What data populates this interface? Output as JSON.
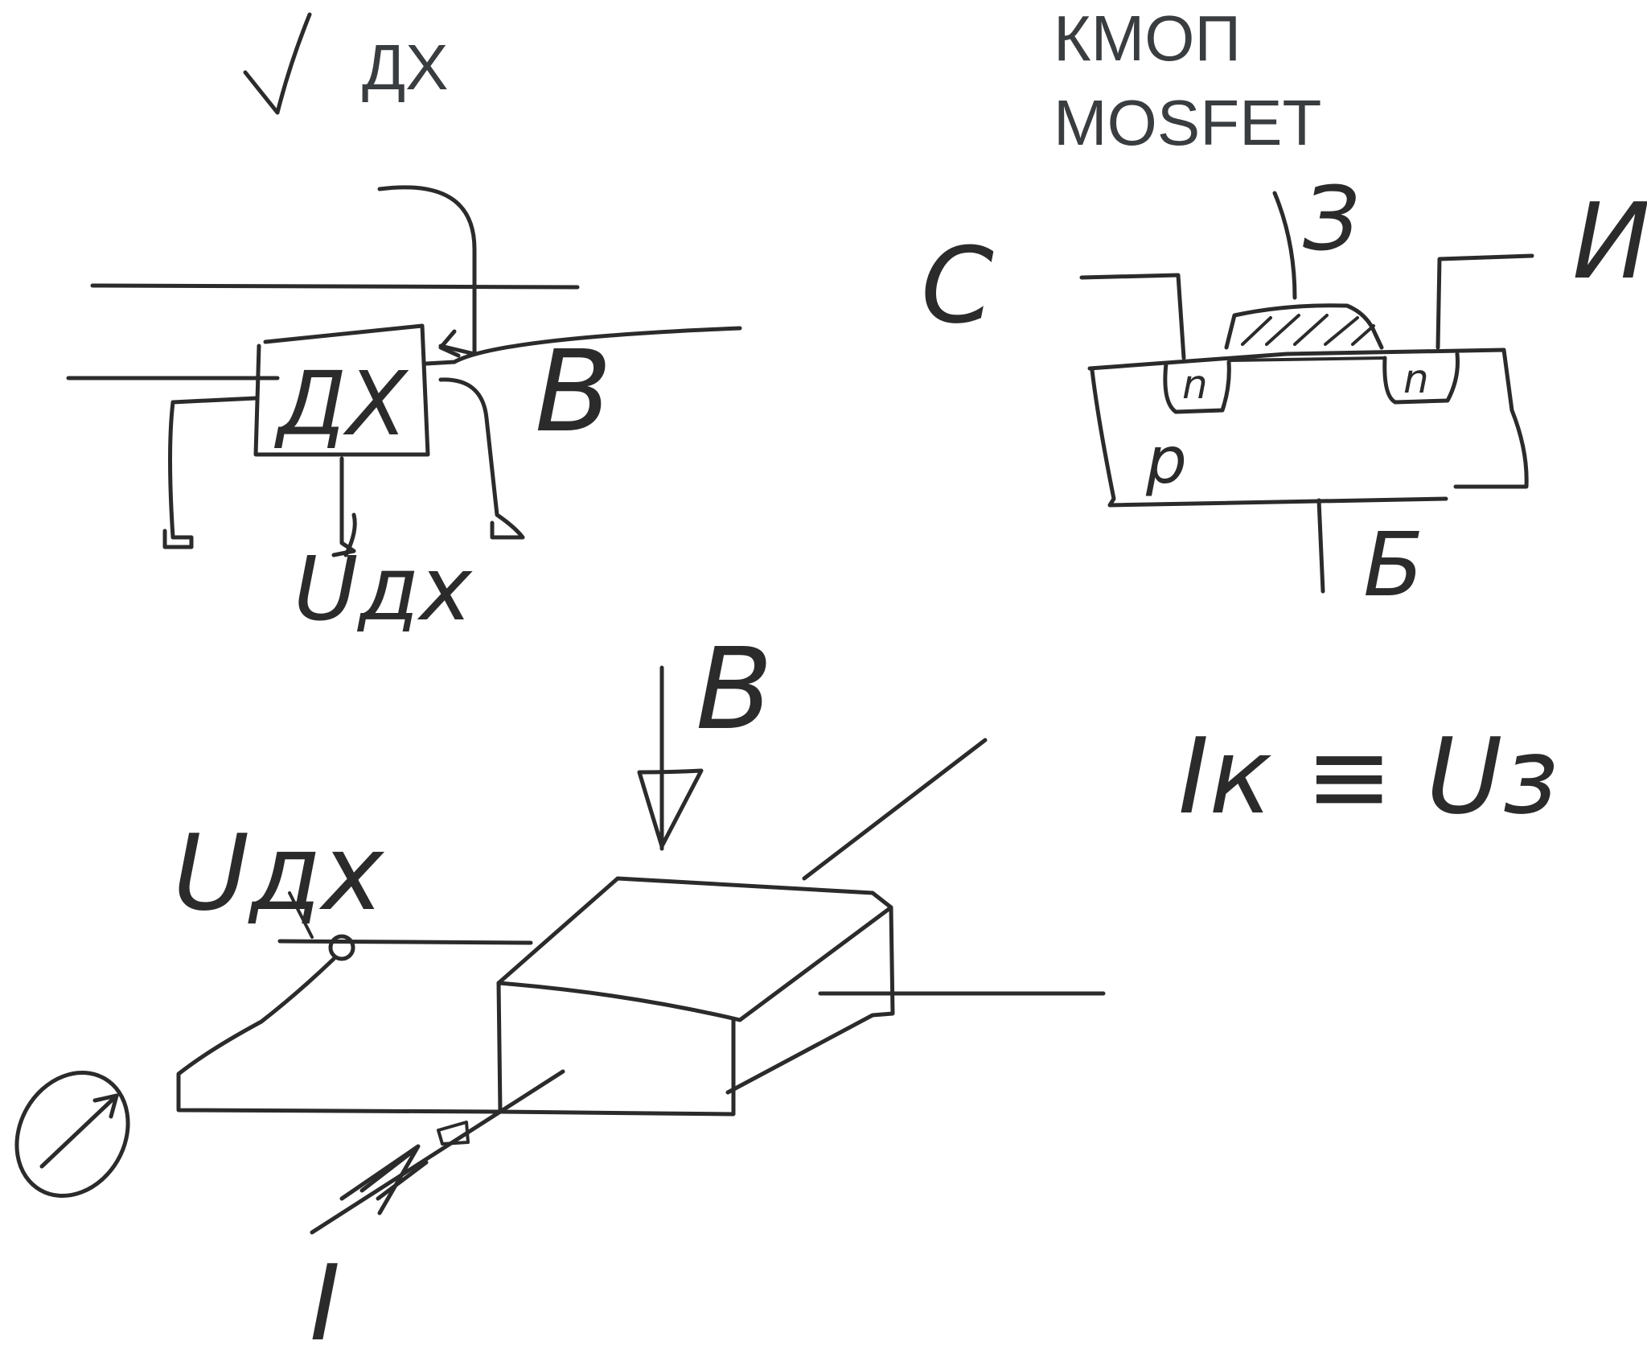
{
  "headings": {
    "hall_sensor": "ДХ",
    "cmos": "КМОП",
    "mosfet": "MOSFET"
  },
  "hall_block": {
    "block_label": "ДХ",
    "field_label": "B",
    "output_label": "Uдх"
  },
  "mosfet_diagram": {
    "source_label": "С",
    "gate_label": "З",
    "drain_label": "И",
    "substrate_label": "Б",
    "n_region_left": "n",
    "n_region_right": "n",
    "p_region": "p",
    "formula": "Iк ≡ Uз"
  },
  "hall_plate": {
    "field_label": "B",
    "output_label": "Uдх",
    "current_label": "I"
  },
  "colors": {
    "ink": "#2b2b2b",
    "typed_text": "#3a3d40",
    "background": "#ffffff"
  },
  "icons": [
    "checkmark-icon",
    "current-source-icon",
    "arrow-icon"
  ]
}
